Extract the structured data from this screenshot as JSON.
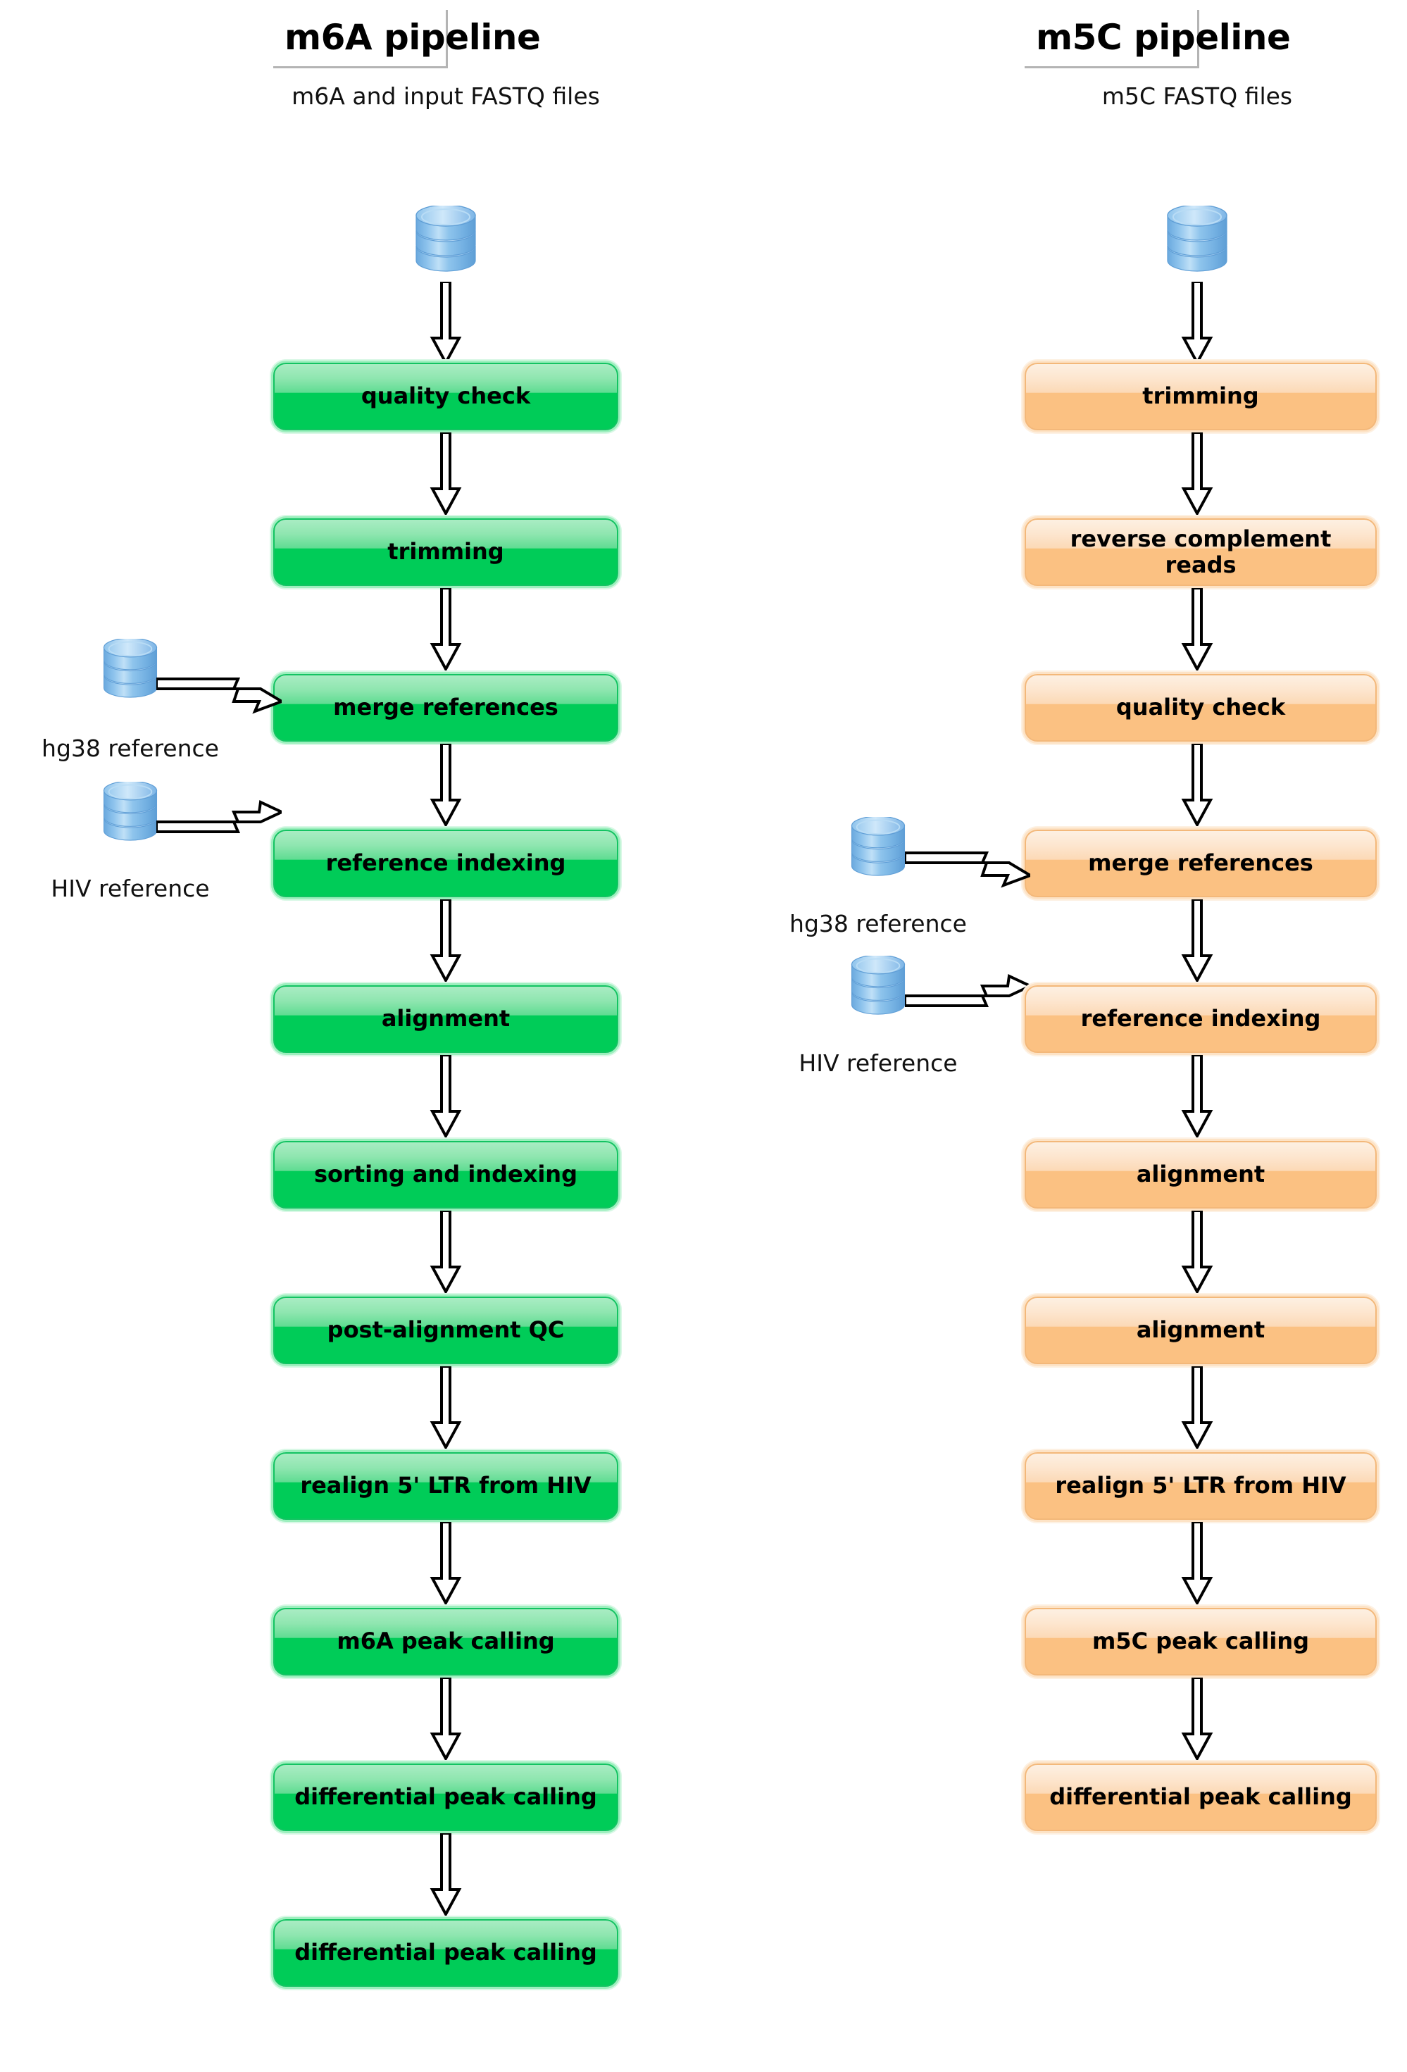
{
  "diagram": {
    "type": "flowchart",
    "background": "#ffffff",
    "columns": [
      {
        "id": "m6a",
        "title": "m6A pipeline",
        "accent_color": "#00cc58",
        "input": {
          "label": "m6A and input FASTQ files",
          "icon": "database-icon"
        },
        "side_inputs": [
          {
            "label": "hg38 reference",
            "icon": "database-icon"
          },
          {
            "label": "HIV reference",
            "icon": "database-icon"
          }
        ],
        "steps": [
          "quality check",
          "trimming",
          "merge references",
          "reference indexing",
          "alignment",
          "sorting and indexing",
          "post-alignment QC",
          "realign 5' LTR from HIV",
          "m6A peak calling",
          "differential peak calling"
        ]
      },
      {
        "id": "m5c",
        "title": "m5C pipeline",
        "accent_color": "#fbc182",
        "input": {
          "label": "m5C FASTQ files",
          "icon": "database-icon"
        },
        "side_inputs": [
          {
            "label": "hg38 reference",
            "icon": "database-icon"
          },
          {
            "label": "HIV reference",
            "icon": "database-icon"
          }
        ],
        "steps": [
          "trimming",
          "reverse complement reads",
          "quality check",
          "merge references",
          "reference indexing",
          "alignment",
          "realign 5' LTR from HIV",
          "m5C peak calling",
          "differential peak calling"
        ]
      }
    ]
  }
}
